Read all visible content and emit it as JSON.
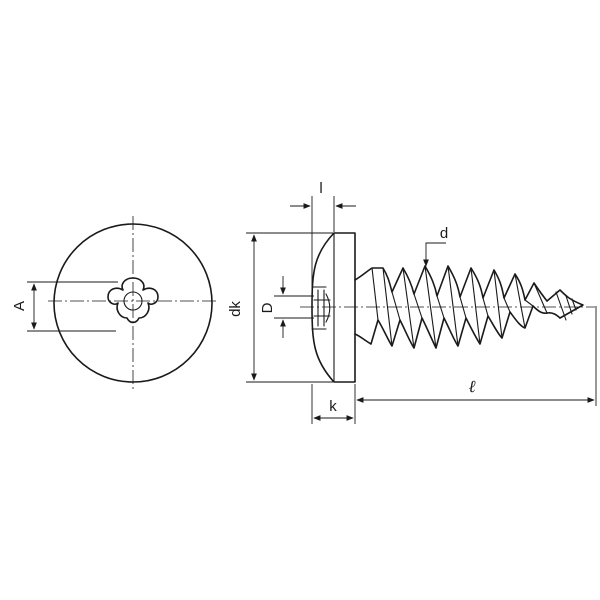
{
  "labels": {
    "head_slot_width": "A",
    "head_diameter": "dk",
    "recess_depth_d": "D",
    "flange_thickness": "l",
    "thread_diameter": "d",
    "head_height": "k",
    "length": "ℓ"
  },
  "colors": {
    "line": "#1a1a1a",
    "background": "#ffffff"
  }
}
